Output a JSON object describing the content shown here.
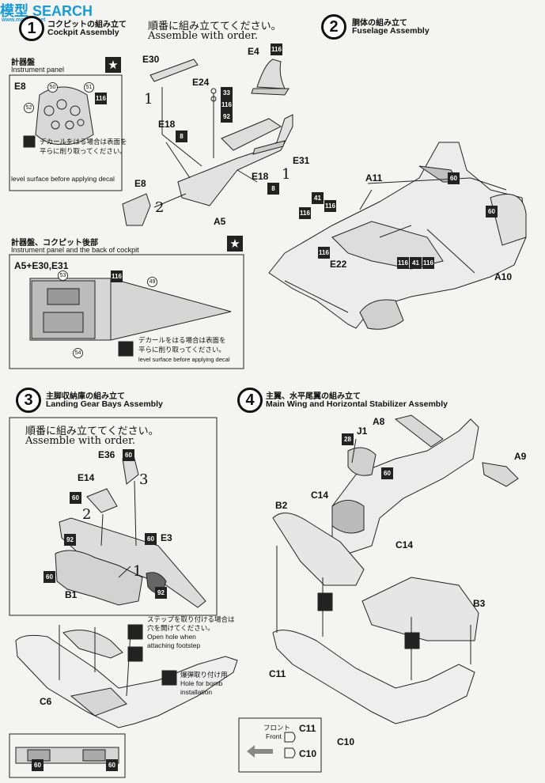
{
  "watermark": {
    "text": "模型 SEARCH",
    "url": "www.moxing.net"
  },
  "step1": {
    "num": "1",
    "title_jp": "コクピットの組み立て",
    "title_en": "Cockpit Assembly",
    "order_jp": "順番に組み立ててください。",
    "order_en": "Assemble with order.",
    "panel_box": {
      "title_jp": "計器盤",
      "title_en": "Instrument panel",
      "part": "E8",
      "decal_jp_1": "デカールをはる場合は表面を",
      "decal_jp_2": "平らに削り取ってください。",
      "decal_en": "level surface before applying decal",
      "circles": [
        "50",
        "51",
        "52"
      ],
      "paint": "116"
    },
    "parts": {
      "e30": "E30",
      "e4": "E4",
      "e24": "E24",
      "e18a": "E18",
      "e18b": "E18",
      "e31": "E31",
      "e8": "E8",
      "a5": "A5"
    },
    "paints": {
      "p116a": "116",
      "p33": "33",
      "p116b": "116",
      "p92": "92",
      "p8a": "8",
      "p8b": "8"
    },
    "order_marks": {
      "one_a": "1",
      "one_b": "1",
      "two": "2"
    }
  },
  "cockpit_box": {
    "title_jp": "計器盤、コクピット後部",
    "title_en": "Instrument panel and the back of cockpit",
    "parts": "A5+E30,E31",
    "circles": [
      "53",
      "49",
      "54"
    ],
    "paint": "116",
    "decal_jp_1": "デカールをはる場合は表面を",
    "decal_jp_2": "平らに削り取ってください。",
    "decal_en": "level surface before applying decal"
  },
  "step2": {
    "num": "2",
    "title_jp": "胴体の組み立て",
    "title_en": "Fuselage Assembly",
    "parts": {
      "a11": "A11",
      "a10": "A10",
      "e22": "E22"
    },
    "paints": [
      "60",
      "60",
      "41",
      "116",
      "116",
      "116",
      "116",
      "41",
      "116"
    ]
  },
  "step3": {
    "num": "3",
    "title_jp": "主脚収納庫の組み立て",
    "title_en": "Landing Gear Bays Assembly",
    "order_jp": "順番に組み立ててください。",
    "order_en": "Assemble with order.",
    "parts": {
      "e36": "E36",
      "e14": "E14",
      "e3": "E3",
      "b1": "B1",
      "c6": "C6"
    },
    "paints": [
      "60",
      "60",
      "60",
      "92",
      "60",
      "92",
      "60",
      "60"
    ],
    "order_marks": {
      "one": "1",
      "two": "2",
      "three": "3"
    },
    "note1_jp_1": "ステップを取り付ける場合は",
    "note1_jp_2": "穴を開けてください。",
    "note1_en_1": "Open hole when",
    "note1_en_2": "attaching footstep",
    "note2_jp": "爆弾取り付け用",
    "note2_en_1": "Hole for bomb",
    "note2_en_2": "installation"
  },
  "step4": {
    "num": "4",
    "title_jp": "主翼、水平尾翼の組み立て",
    "title_en": "Main Wing and  Horizontal Stabilizer Assembly",
    "parts": {
      "a8": "A8",
      "a9": "A9",
      "j1": "J1",
      "b2": "B2",
      "b3": "B3",
      "c14a": "C14",
      "c14b": "C14",
      "c11": "C11",
      "c10": "C10"
    },
    "paints": [
      "28",
      "60"
    ],
    "front_box": {
      "label_jp": "フロント",
      "label_en": "Front",
      "c11": "C11",
      "c10": "C10"
    }
  }
}
